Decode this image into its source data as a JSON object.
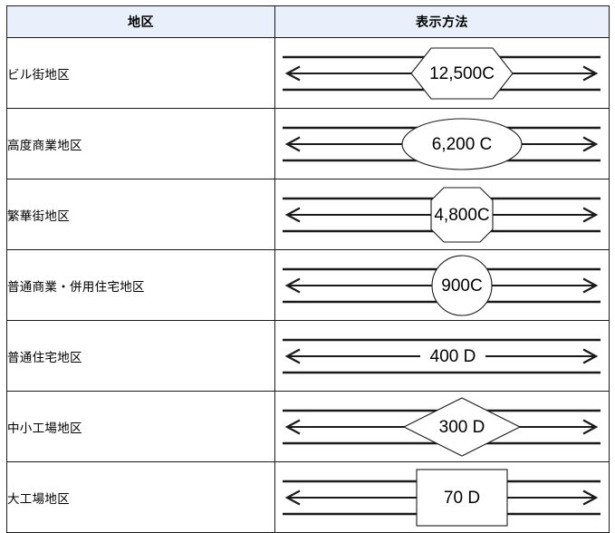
{
  "table": {
    "headers": {
      "district": "地区",
      "display_method": "表示方法"
    },
    "rows": [
      {
        "district": "ビル街地区",
        "shape": "hexagon",
        "value": "12,500C"
      },
      {
        "district": "高度商業地区",
        "shape": "ellipse",
        "value": "6,200 C"
      },
      {
        "district": "繁華街地区",
        "shape": "octagon",
        "value": "4,800C"
      },
      {
        "district": "普通商業・併用住宅地区",
        "shape": "circle",
        "value": "900C"
      },
      {
        "district": "普通住宅地区",
        "shape": "none",
        "value": "400 D"
      },
      {
        "district": "中小工場地区",
        "shape": "diamond",
        "value": "300 D"
      },
      {
        "district": "大工場地区",
        "shape": "rectangle",
        "value": "70 D"
      }
    ]
  },
  "colors": {
    "header_background": "#eaf0fb",
    "border": "#1a1a1a",
    "text": "#000000",
    "page_background": "#ffffff"
  }
}
